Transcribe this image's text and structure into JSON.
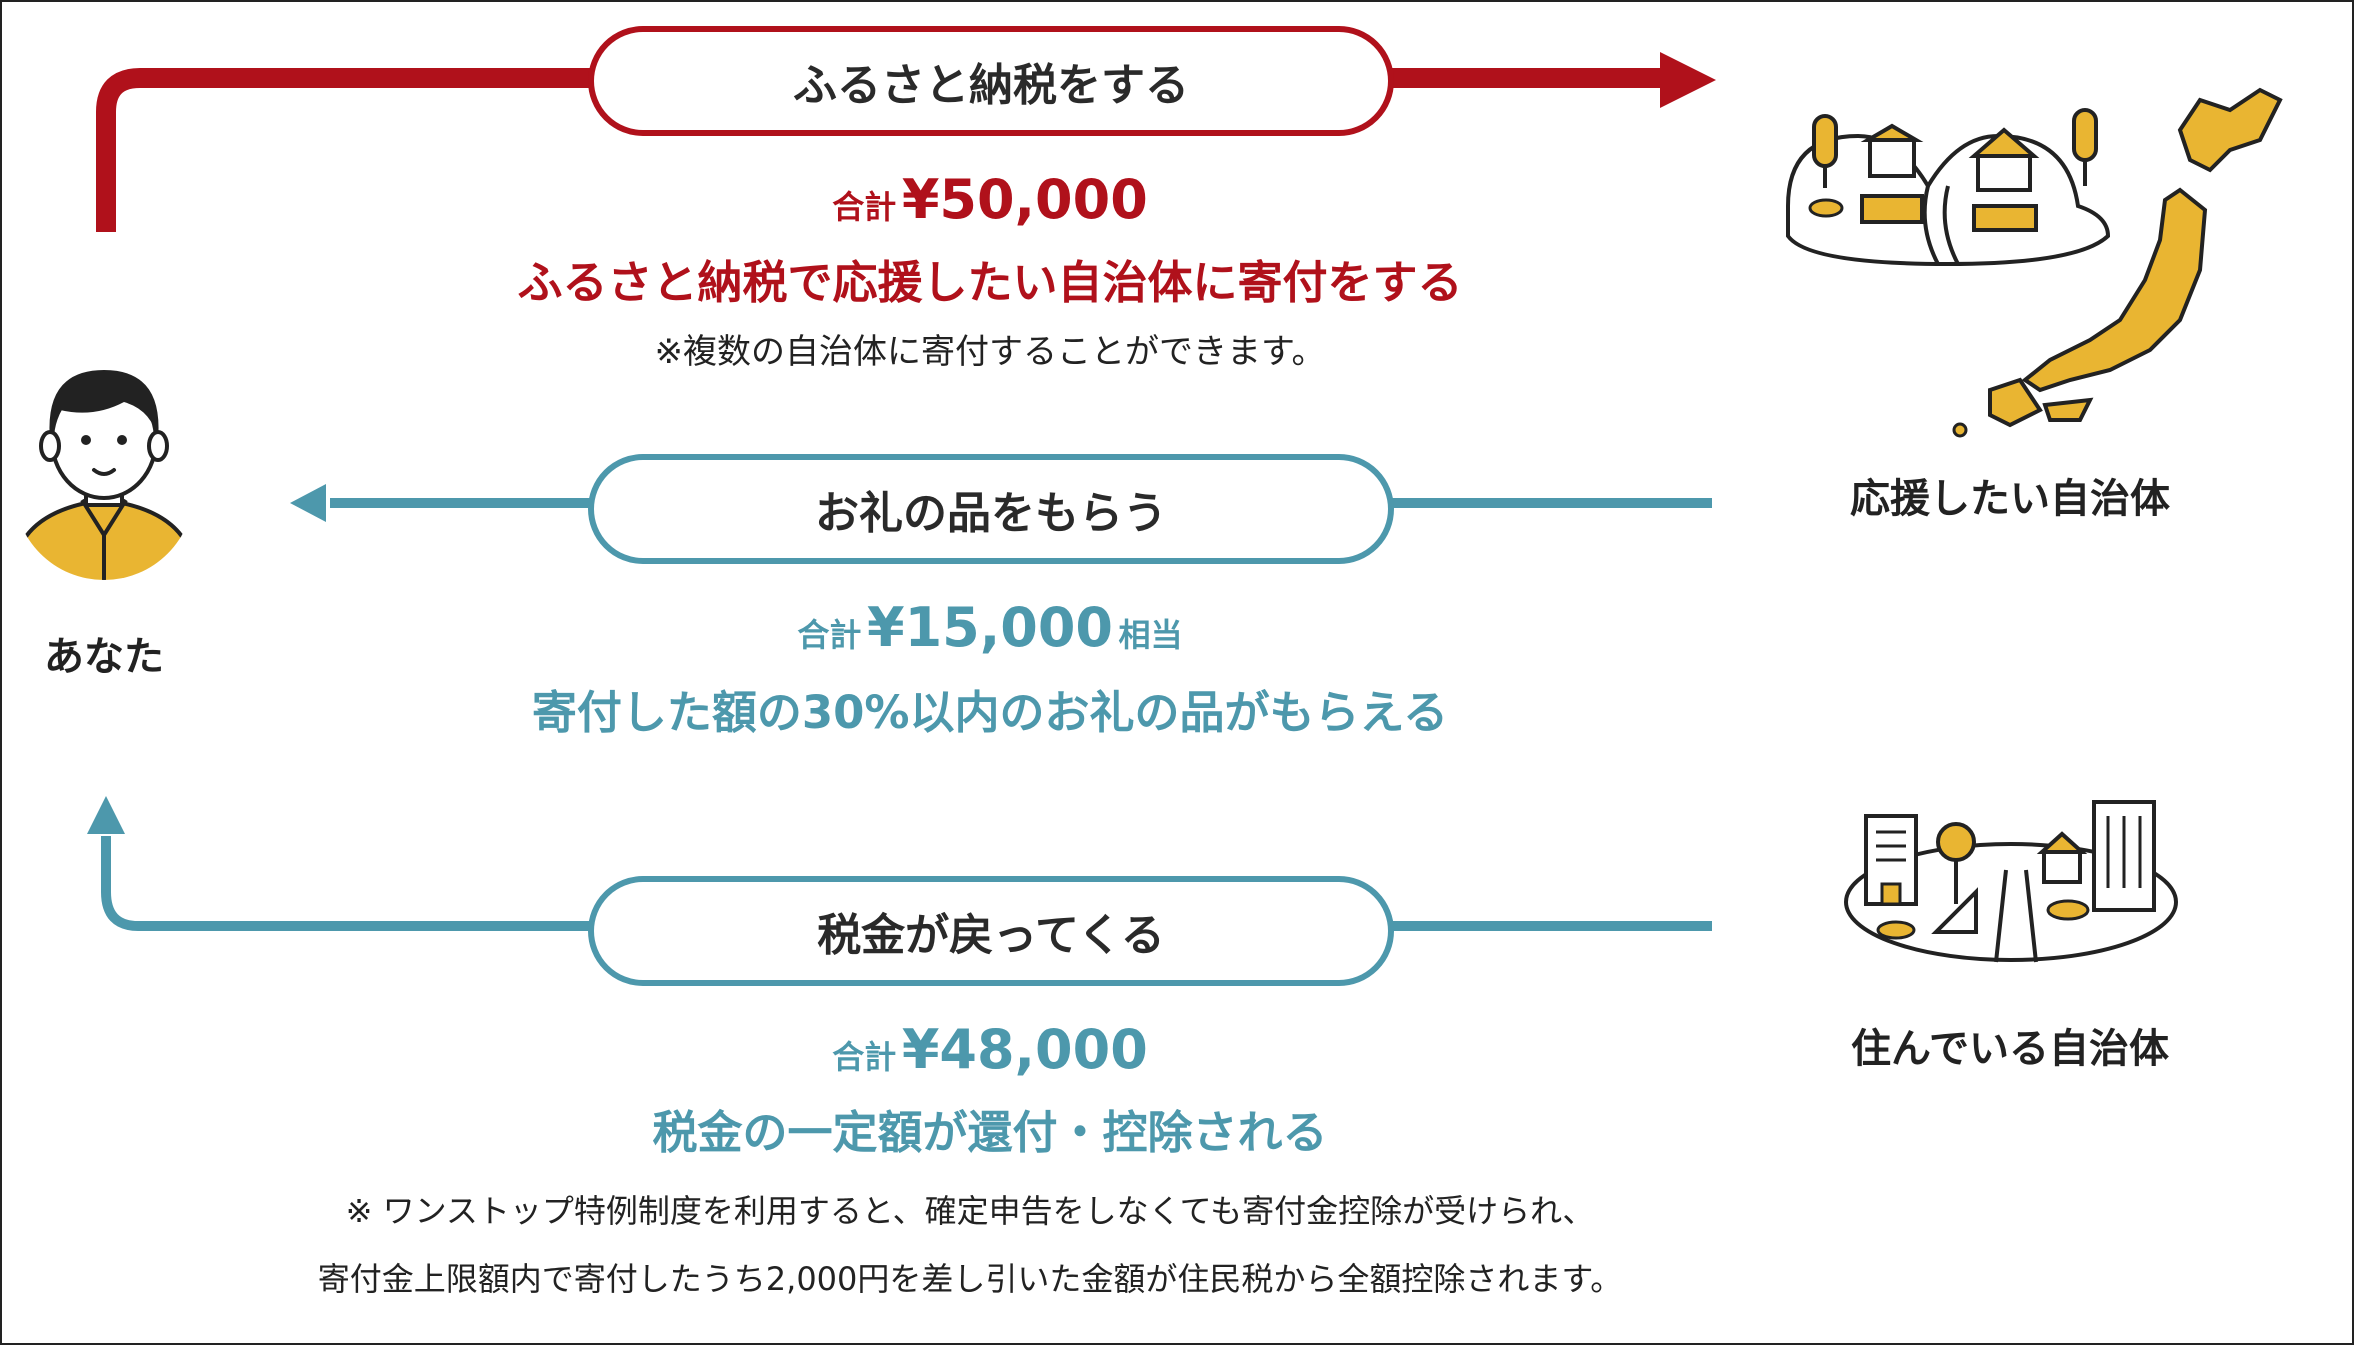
{
  "colors": {
    "red": "#b0111b",
    "blue": "#4d98ac",
    "yellow": "#e9b532"
  },
  "flow1": {
    "label": "ふるさと納税をする",
    "total_prefix": "合計",
    "amount": "¥50,000",
    "desc": "ふるさと納税で応援したい自治体に寄付をする",
    "note": "※複数の自治体に寄付することができます。"
  },
  "flow2": {
    "label": "お礼の品をもらう",
    "total_prefix": "合計",
    "amount": "¥15,000",
    "suffix": "相当",
    "desc": "寄付した額の30%以内のお礼の品がもらえる"
  },
  "flow3": {
    "label": "税金が戻ってくる",
    "total_prefix": "合計",
    "amount": "¥48,000",
    "desc": "税金の一定額が還付・控除される",
    "note1": "※ ワンストップ特例制度を利用すると、確定申告をしなくても寄付金控除が受けられ、",
    "note2": "寄付金上限額内で寄付したうち2,000円を差し引いた金額が住民税から全額控除されます。"
  },
  "you_label": "あなた",
  "target_label": "応援したい自治体",
  "home_label": "住んでいる自治体",
  "icons": {
    "person": "person-icon",
    "rural": "rural-town-icon",
    "japan": "japan-map-icon",
    "city": "city-town-icon"
  }
}
